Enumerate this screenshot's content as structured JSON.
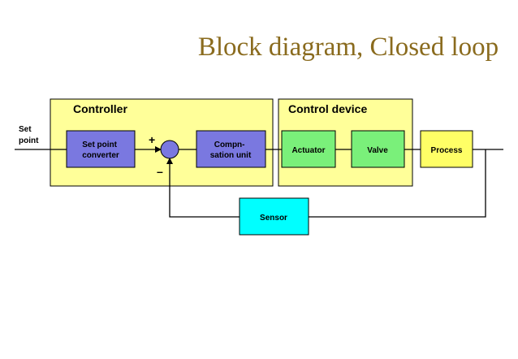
{
  "title": "Block diagram, Closed loop",
  "groups": {
    "controller": "Controller",
    "control_device": "Control device"
  },
  "input_label": [
    "Set",
    "point"
  ],
  "blocks": {
    "setpoint_converter": [
      "Set point",
      "converter"
    ],
    "compensation_unit": [
      "Compn-",
      "sation unit"
    ],
    "actuator": "Actuator",
    "valve": "Valve",
    "process": "Process",
    "sensor": "Sensor"
  },
  "signs": {
    "plus": "+",
    "minus": "–"
  },
  "colors": {
    "title": "#8a6b1e",
    "group_fill": "#ffff99",
    "block_blue": "#7a78e0",
    "block_green": "#7af07a",
    "block_yellow": "#ffff66",
    "block_cyan": "#00ffff"
  }
}
